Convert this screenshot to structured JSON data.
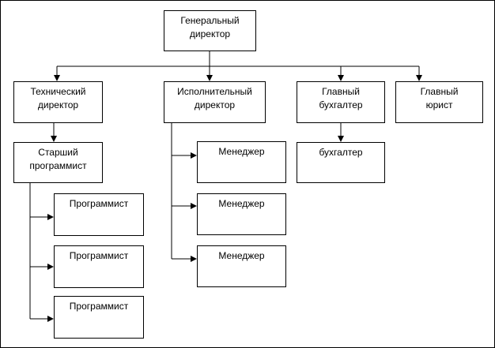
{
  "colors": {
    "line": "#000000",
    "box_border": "#000000",
    "background": "#ffffff"
  },
  "nodes": {
    "ceo": {
      "line1": "Генеральный",
      "line2": "директор"
    },
    "tech_director": {
      "line1": "Технический",
      "line2": "директор"
    },
    "exec_director": {
      "line1": "Исполнительный",
      "line2": "директор"
    },
    "chief_accountant": {
      "line1": "Главный",
      "line2": "бухгалтер"
    },
    "chief_lawyer": {
      "line1": "Главный",
      "line2": "юрист"
    },
    "senior_programmer": {
      "line1": "Старший",
      "line2": "программист"
    },
    "programmers": [
      "Программист",
      "Программист",
      "Программист"
    ],
    "managers": [
      "Менеджер",
      "Менеджер",
      "Менеджер"
    ],
    "accountant": "бухгалтер"
  }
}
